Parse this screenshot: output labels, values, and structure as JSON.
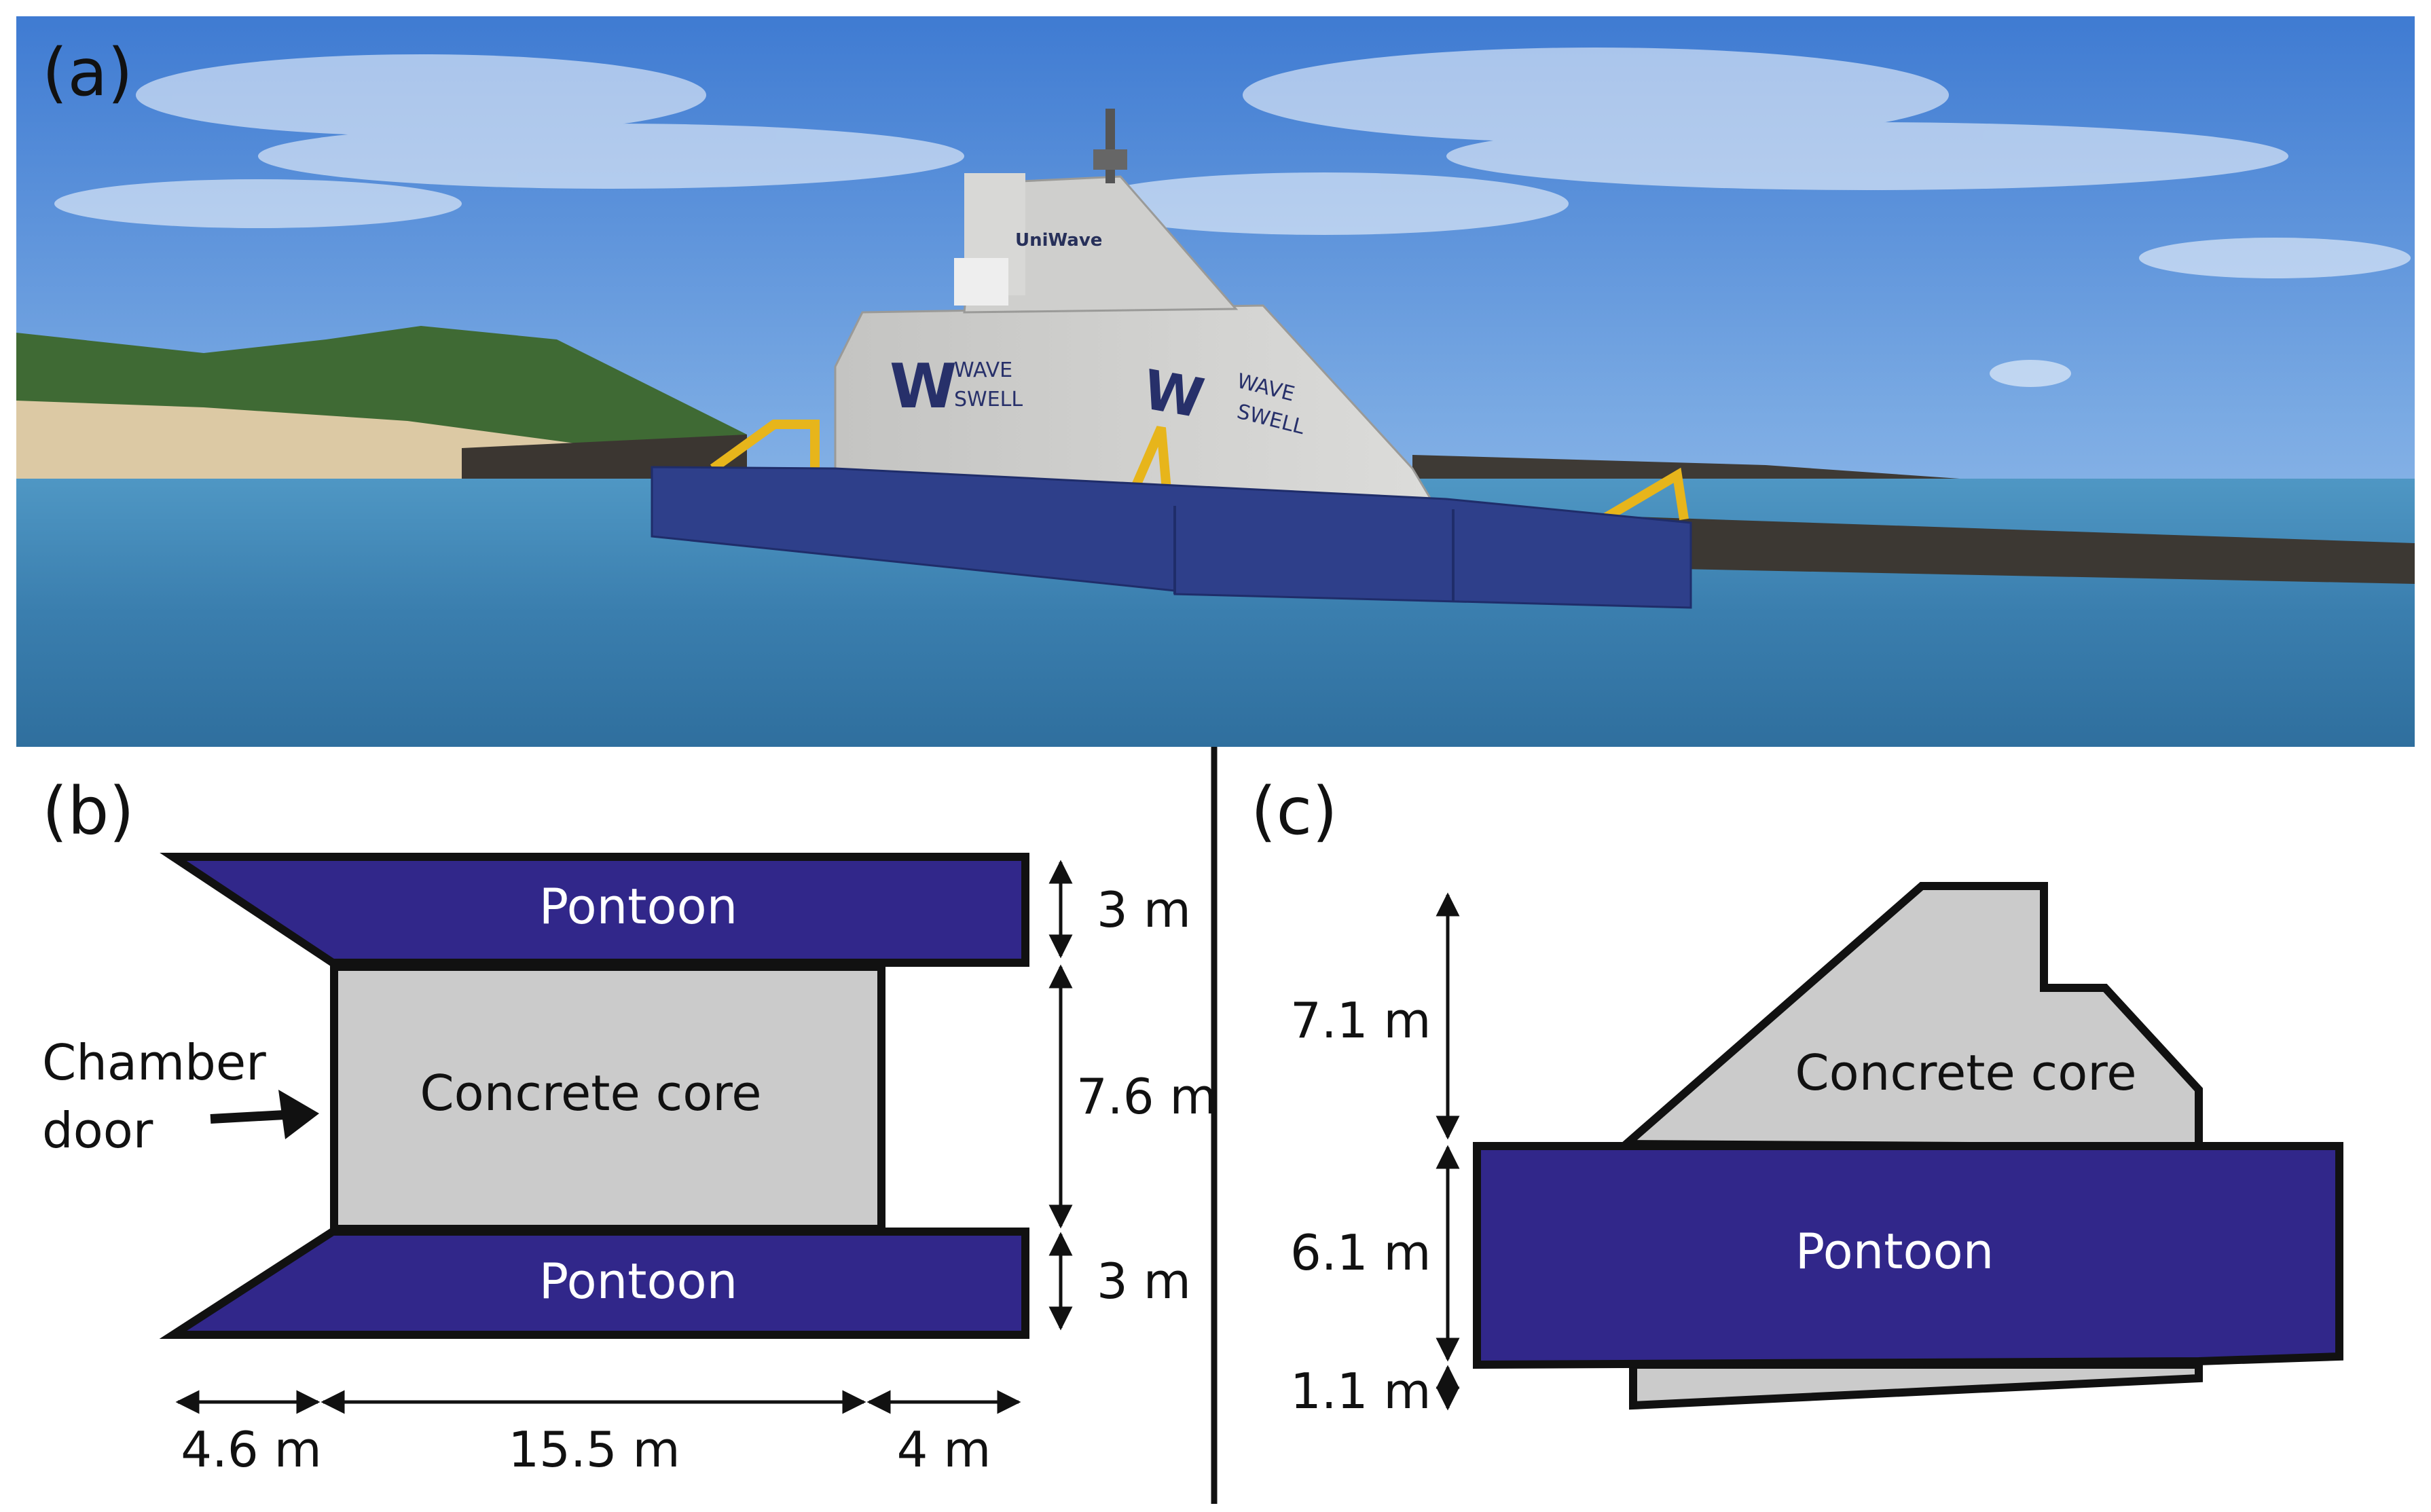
{
  "panel_a": {
    "label": "(a)",
    "brand_text": [
      "WAVE",
      "SWELL"
    ],
    "sign_text": "UniWave"
  },
  "panel_b": {
    "label": "(b)",
    "top_pontoon": "Pontoon",
    "core": "Concrete core",
    "bottom_pontoon": "Pontoon",
    "chamber_door": [
      "Chamber",
      "door"
    ],
    "dims": {
      "top_pontoon_height": "3 m",
      "core_height": "7.6 m",
      "bottom_pontoon_height": "3 m",
      "left_width": "4.6 m",
      "core_width": "15.5 m",
      "right_width": "4 m"
    }
  },
  "panel_c": {
    "label": "(c)",
    "core": "Concrete core",
    "pontoon": "Pontoon",
    "dims": {
      "core_height": "7.1 m",
      "pontoon_height": "6.1 m",
      "base_height": "1.1 m"
    }
  },
  "colors": {
    "pontoon": "#31278a",
    "concrete": "#cbcbcb",
    "outline": "#111111",
    "sky": "#5f93d8",
    "sea": "#3f7fae"
  }
}
